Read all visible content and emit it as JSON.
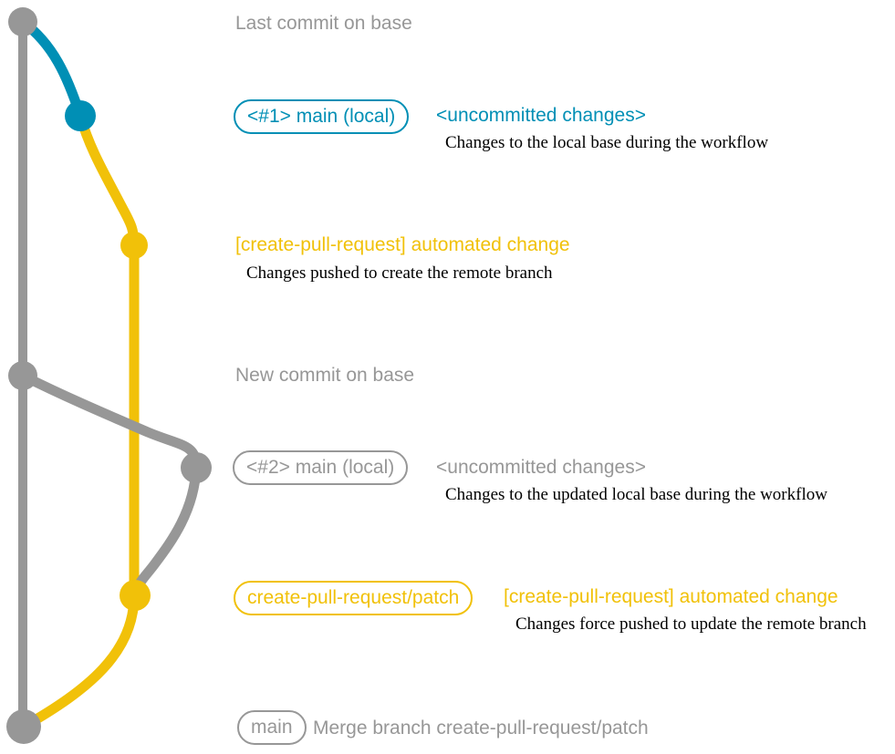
{
  "colors": {
    "gray": "#979797",
    "blue": "#008fb5",
    "yellow": "#f1c109",
    "annotation": "#000000",
    "background": "#ffffff"
  },
  "diagram": {
    "type": "git-graph",
    "branches": [
      "main (base, gray)",
      "main local changes (blue)",
      "create-pull-request/patch (yellow)"
    ],
    "commits": [
      {
        "row": "row1",
        "branch": "base",
        "color": "gray"
      },
      {
        "row": "row2",
        "branch": "main-local",
        "color": "blue"
      },
      {
        "row": "row3",
        "branch": "create-pull-request-patch",
        "color": "yellow"
      },
      {
        "row": "row4",
        "branch": "base",
        "color": "gray"
      },
      {
        "row": "row5",
        "branch": "main-local",
        "color": "gray"
      },
      {
        "row": "row6",
        "branch": "create-pull-request-patch",
        "color": "yellow"
      },
      {
        "row": "row7",
        "branch": "base",
        "color": "gray"
      }
    ]
  },
  "labels": {
    "row1": {
      "message": "Last commit on base"
    },
    "row2": {
      "branch": "<#1> main (local)",
      "message": "<uncommitted changes>",
      "annotation": "Changes to the local base during the workflow"
    },
    "row3": {
      "message": "[create-pull-request] automated change",
      "annotation": "Changes pushed to create the remote branch"
    },
    "row4": {
      "message": "New commit on base"
    },
    "row5": {
      "branch": "<#2> main (local)",
      "message": "<uncommitted changes>",
      "annotation": "Changes to the updated local base during the workflow"
    },
    "row6": {
      "branch": "create-pull-request/patch",
      "message": "[create-pull-request] automated change",
      "annotation": "Changes force pushed to update the remote branch"
    },
    "row7": {
      "branch": "main",
      "message": "Merge branch create-pull-request/patch"
    }
  }
}
